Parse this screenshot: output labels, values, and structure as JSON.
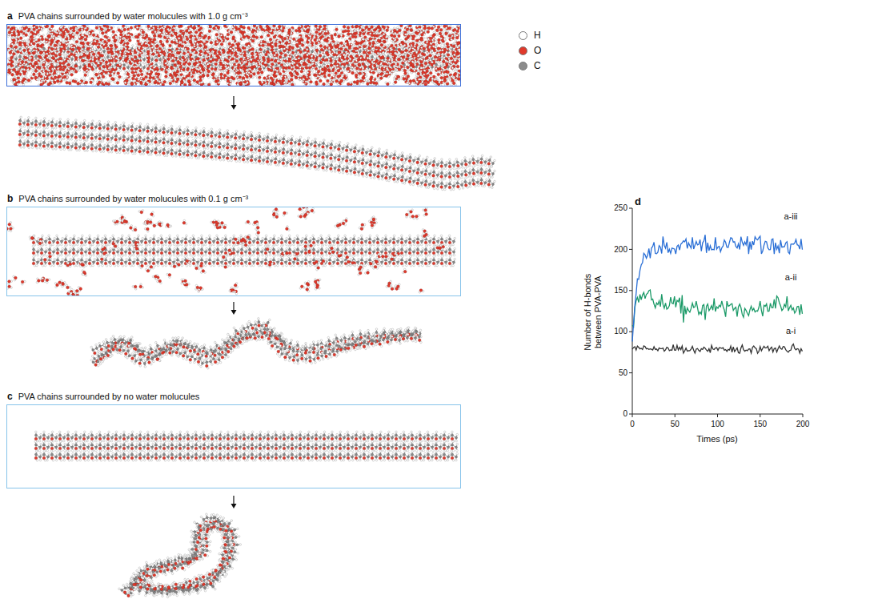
{
  "diagram": {
    "nodes": [
      {
        "text": [
          "a",
          "PVA chains surrounded by water molucules with 1.0 g cm⁻³"
        ]
      },
      {
        "text": [
          "b",
          "PVA chains surrounded by water molucules with 0.1 g cm⁻³"
        ]
      },
      {
        "text": [
          "c",
          "PVA chains surrounded by no water molucules"
        ]
      }
    ],
    "labels": [
      "d",
      "Number of H-bonds between PVA-PVA",
      "0",
      "50",
      "100",
      "150",
      "200",
      "250",
      "0",
      "50",
      "100",
      "150",
      "200",
      "Times (ps)",
      "a-iii",
      "a-ii",
      "a-i"
    ],
    "legend": [
      {
        "text": "H",
        "color": "#ffffff"
      },
      {
        "text": "O",
        "color": "#e0392b"
      },
      {
        "text": "C",
        "color": "#8c8c8c"
      }
    ]
  }
}
